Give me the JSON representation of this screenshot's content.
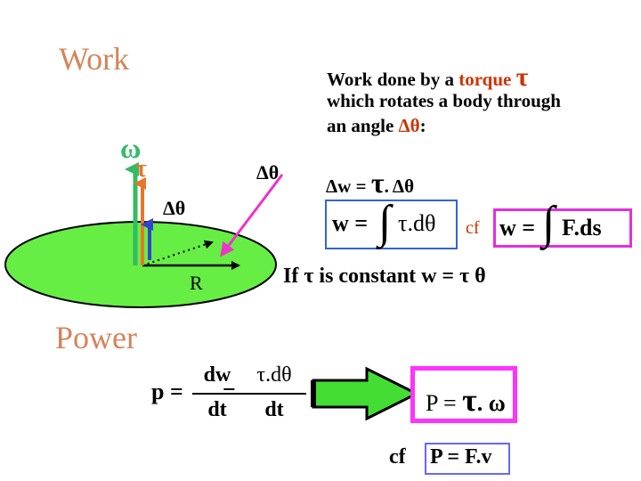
{
  "headings": {
    "work": "Work",
    "power": "Power"
  },
  "intro": {
    "line1_prefix": "Work done by a ",
    "line1_torque_word": "torque",
    "tau": "τ",
    "line2": "which rotates a body through",
    "line3_prefix": "an angle ",
    "delta_theta": "Δθ",
    "colon": ":"
  },
  "diagram": {
    "omega": "ω",
    "tau": "τ",
    "delta_theta_top": "Δθ",
    "delta_theta_disk": "Δθ",
    "radius": "R"
  },
  "equations": {
    "dw_lhs": "Δw = ",
    "dw_rhs_tau": "τ",
    "dw_rhs_rest": ". Δθ",
    "w_integral_lhs": "w =",
    "w_integral_rhs": "τ.dθ",
    "cf1": "cf",
    "cf_integral_lhs": "w =",
    "cf_integral_rhs": "F.ds",
    "constant": "If τ  is constant w = τ θ",
    "p_lhs": "p =",
    "p_num1": "dw",
    "p_den1": "dt",
    "p_eq2": "=",
    "p_num2": "τ.dθ",
    "p_den2": "dt",
    "p_result_lhs": "P = ",
    "p_result_tau": "τ",
    "p_result_rest": ". ω",
    "cf2": "cf",
    "cf_power": "P = F.v"
  },
  "colors": {
    "heading": "#d4845a",
    "torque_word": "#cc3300",
    "disk": "#66ee44",
    "omega_arrow": "#33bb66",
    "tau_arrow": "#e8762a",
    "blue_arrow": "#3344cc",
    "force_arrow": "#ee33cc",
    "power_arrow": "#44dd33",
    "box_border": "#e32ee0"
  }
}
